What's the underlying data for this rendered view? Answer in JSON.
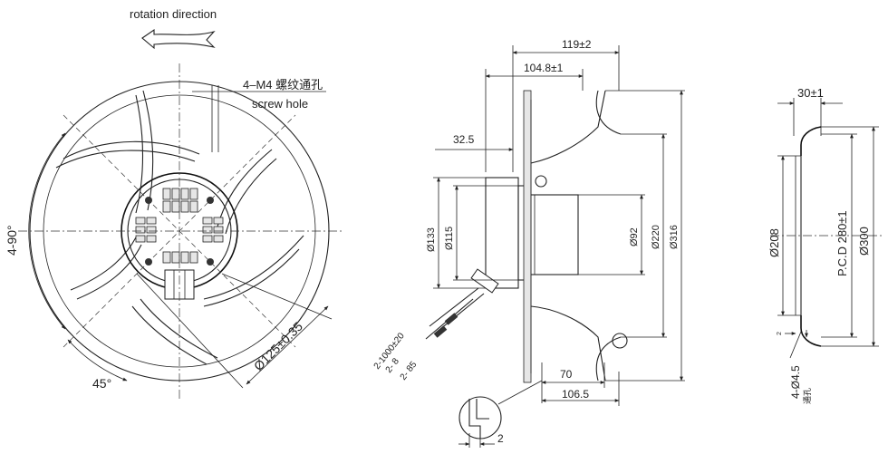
{
  "front_view": {
    "rotation_label": "rotation direction",
    "screw_label_cn": "4–M4 螺纹通孔",
    "screw_label_en": "screw hole",
    "angle_left": "4-90°",
    "angle_bottom": "45°",
    "diameter_125": "Ø125±0.35"
  },
  "side_view": {
    "dim_119": "119±2",
    "dim_104": "104.8±1",
    "dim_32": "32.5",
    "dim_133": "Ø133",
    "dim_115": "Ø115",
    "dim_92": "Ø92",
    "dim_220": "Ø220",
    "dim_316": "Ø316",
    "dim_70": "70",
    "dim_106": "106.5",
    "dim_2": "2",
    "lead_1000": "2-1000±20",
    "lead_8": "2- 8",
    "lead_85": "2- 85"
  },
  "ring_view": {
    "dim_30": "30±1",
    "dim_208": "Ø208",
    "dim_pcd": "P.C.D 280±1",
    "dim_300": "Ø300",
    "dim_holes": "4-Ø4.5",
    "holes_note": "通孔",
    "small_mark": "2"
  }
}
